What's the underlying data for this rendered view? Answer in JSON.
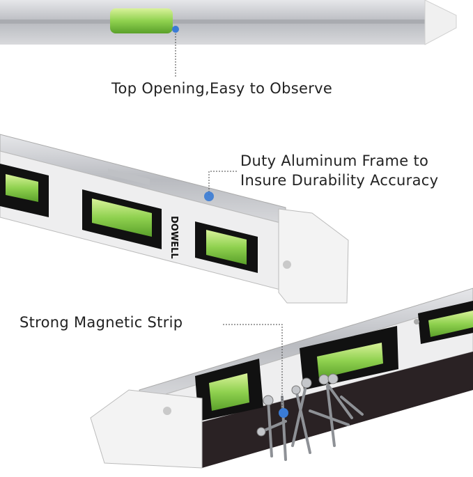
{
  "captions": {
    "top": "Top Opening,Easy to Observe",
    "middle_line1": "Duty Aluminum Frame to",
    "middle_line2": "Insure Durability Accuracy",
    "bottom": "Strong Magnetic Strip"
  },
  "brand_logo": "DOWELL",
  "colors": {
    "callout_dot": "#3a7bd5",
    "bubble_vial": "#8fd14f",
    "aluminum": "#c9cbcf",
    "end_cap": "#f2f2f2",
    "magnet_strip": "#2a2224"
  }
}
